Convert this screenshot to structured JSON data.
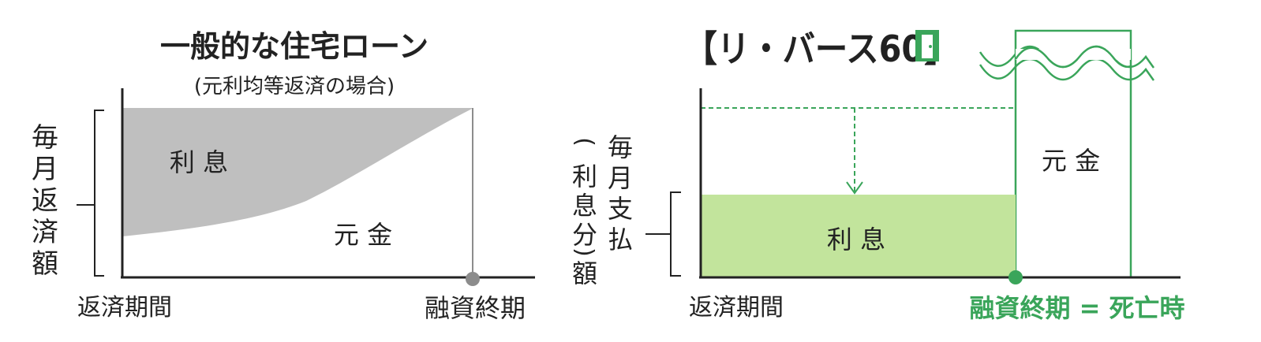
{
  "left": {
    "title": "一般的な住宅ローン",
    "subtitle": "(元利均等返済の場合)",
    "ylabel_chars": [
      "毎",
      "月",
      "返",
      "済",
      "額"
    ],
    "interest_label": "利 息",
    "principal_label": "元 金",
    "x_start_label": "返済期間",
    "x_end_label": "融資終期"
  },
  "right": {
    "brand_text": "【リ・バース60】",
    "ylabel_col1": [
      "毎",
      "月",
      "支",
      "払"
    ],
    "ylabel_col2": [
      "(",
      "利",
      "息",
      "分",
      ")",
      "額"
    ],
    "interest_label": "利 息",
    "principal_label": "元 金",
    "x_start_label": "返済期間",
    "x_end_label": "融資終期 = 死亡時"
  },
  "colors": {
    "interest_gray": "#bfbfbf",
    "axis": "#222222",
    "marker_gray": "#8c8c8c",
    "green_line": "#3aa55a",
    "green_fill": "#c2e49c",
    "green_text": "#3aa55a",
    "bracket": "#222222"
  }
}
